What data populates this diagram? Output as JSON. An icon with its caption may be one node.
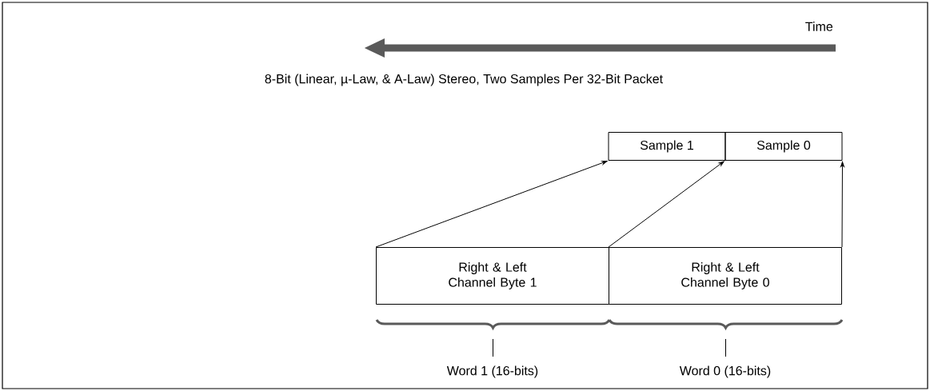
{
  "diagram": {
    "nodes": [
      {
        "text": [
          "Sample 1"
        ]
      },
      {
        "text": [
          "Sample 0"
        ]
      },
      {
        "text": [
          "Right & Left Channel Byte 1"
        ]
      },
      {
        "text": [
          "Right & Left Channel Byte 0"
        ]
      }
    ],
    "edges": [
      {
        "from": 2,
        "to": 0,
        "arrow": "to"
      },
      {
        "from": 3,
        "to": 1,
        "arrow": "to"
      },
      {
        "from": 3,
        "to": 1,
        "arrow": "to"
      }
    ],
    "labels": [
      "Time",
      "8-Bit (Linear, µ-Law, & A-Law) Stereo, Two Samples Per 32-Bit Packet",
      "Word 1 (16-bits)",
      "Word 0 (16-bits)"
    ]
  }
}
